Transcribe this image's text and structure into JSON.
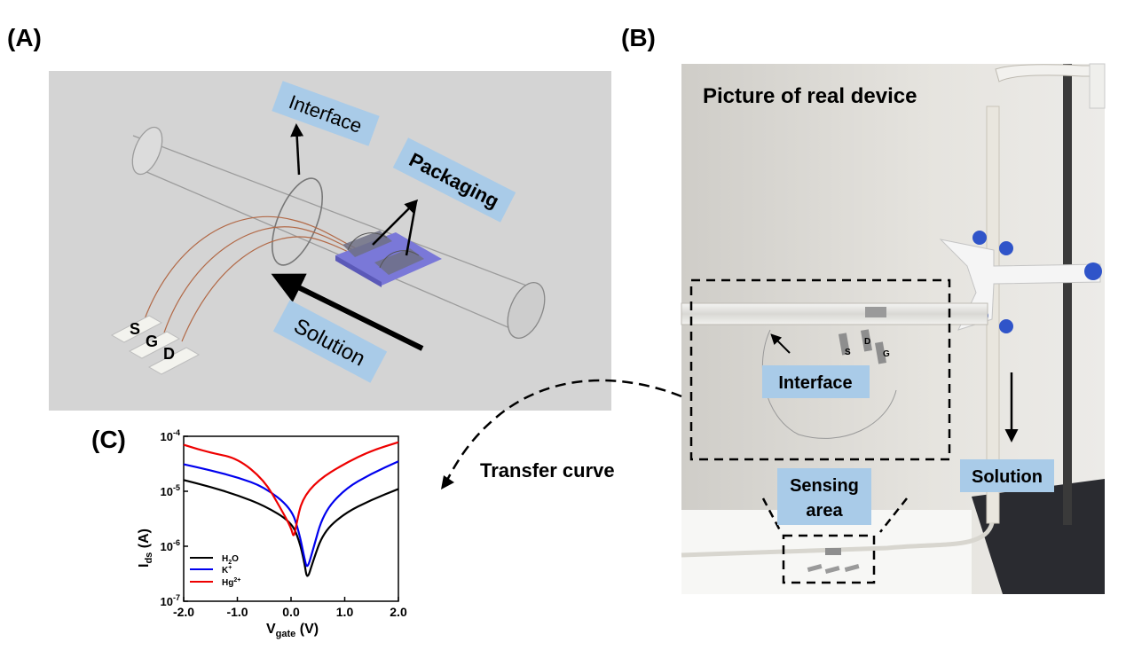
{
  "colors": {
    "label_box": "#a9cbe8",
    "panel_a_bg": "#d4d4d4",
    "curve_h2o": "#000000",
    "curve_k": "#0000ee",
    "curve_hg": "#ee0000",
    "packaging": "#7a78d8"
  },
  "panel_a": {
    "letter": "(A)",
    "labels": {
      "interface": "Interface",
      "packaging": "Packaging",
      "solution": "Solution"
    },
    "pads": {
      "s": "S",
      "g": "G",
      "d": "D"
    }
  },
  "panel_b": {
    "letter": "(B)",
    "title": "Picture of real device",
    "labels": {
      "interface": "Interface",
      "solution": "Solution",
      "sensing_line1": "Sensing",
      "sensing_line2": "area"
    },
    "chip_letters": {
      "s": "S",
      "d": "D",
      "g": "G"
    }
  },
  "panel_c": {
    "letter": "(C)",
    "annotation": "Transfer curve",
    "x_axis": {
      "main": "V",
      "sub": "gate",
      "unit": " (V)",
      "ticks": [
        "-2.0",
        "-1.0",
        "0.0",
        "1.0",
        "2.0"
      ]
    },
    "y_axis": {
      "main": "I",
      "sub": "ds",
      "unit": " (A)",
      "ticks": [
        {
          "base": "10",
          "exp": "-4"
        },
        {
          "base": "10",
          "exp": "-5"
        },
        {
          "base": "10",
          "exp": "-6"
        },
        {
          "base": "10",
          "exp": "-7"
        }
      ]
    },
    "legend": [
      {
        "base": "H",
        "sub": "2",
        "tail": "O",
        "sup": ""
      },
      {
        "base": "K",
        "sub": "",
        "tail": "",
        "sup": "+"
      },
      {
        "base": "Hg",
        "sub": "",
        "tail": "",
        "sup": "2+"
      }
    ]
  },
  "chart_data": {
    "type": "line",
    "xlabel": "Vgate (V)",
    "ylabel": "Ids (A)",
    "xlim": [
      -2.0,
      2.0
    ],
    "ylim": [
      1e-07,
      0.0001
    ],
    "y_scale": "log",
    "legend_position": "bottom-left",
    "series": [
      {
        "name": "H2O",
        "color": "#000000",
        "x": [
          -2.0,
          -1.5,
          -1.0,
          -0.5,
          0.0,
          0.15,
          0.25,
          0.3,
          0.4,
          0.6,
          1.0,
          1.5,
          2.0
        ],
        "y": [
          1.6e-05,
          1.2e-05,
          8.5e-06,
          5.5e-06,
          2.8e-06,
          1.3e-06,
          5e-07,
          2.4e-07,
          5e-07,
          1.8e-06,
          4e-06,
          7e-06,
          1.1e-05
        ]
      },
      {
        "name": "K+",
        "color": "#0000ee",
        "x": [
          -2.0,
          -1.5,
          -1.0,
          -0.5,
          0.0,
          0.15,
          0.25,
          0.3,
          0.4,
          0.6,
          1.0,
          1.5,
          2.0
        ],
        "y": [
          3.1e-05,
          2.4e-05,
          1.8e-05,
          1.2e-05,
          5e-06,
          1.8e-06,
          6e-07,
          3.8e-07,
          8e-07,
          4e-06,
          1.1e-05,
          2.1e-05,
          3.5e-05
        ]
      },
      {
        "name": "Hg2+",
        "color": "#ee0000",
        "x": [
          -2.0,
          -1.5,
          -1.0,
          -0.5,
          -0.2,
          0.0,
          0.05,
          0.1,
          0.2,
          0.5,
          1.0,
          1.5,
          2.0
        ],
        "y": [
          7e-05,
          5e-05,
          4e-05,
          1.6e-05,
          5e-06,
          2.2e-06,
          1.4e-06,
          2.5e-06,
          7e-06,
          1.6e-05,
          3.2e-05,
          5.5e-05,
          7.8e-05
        ]
      }
    ]
  }
}
